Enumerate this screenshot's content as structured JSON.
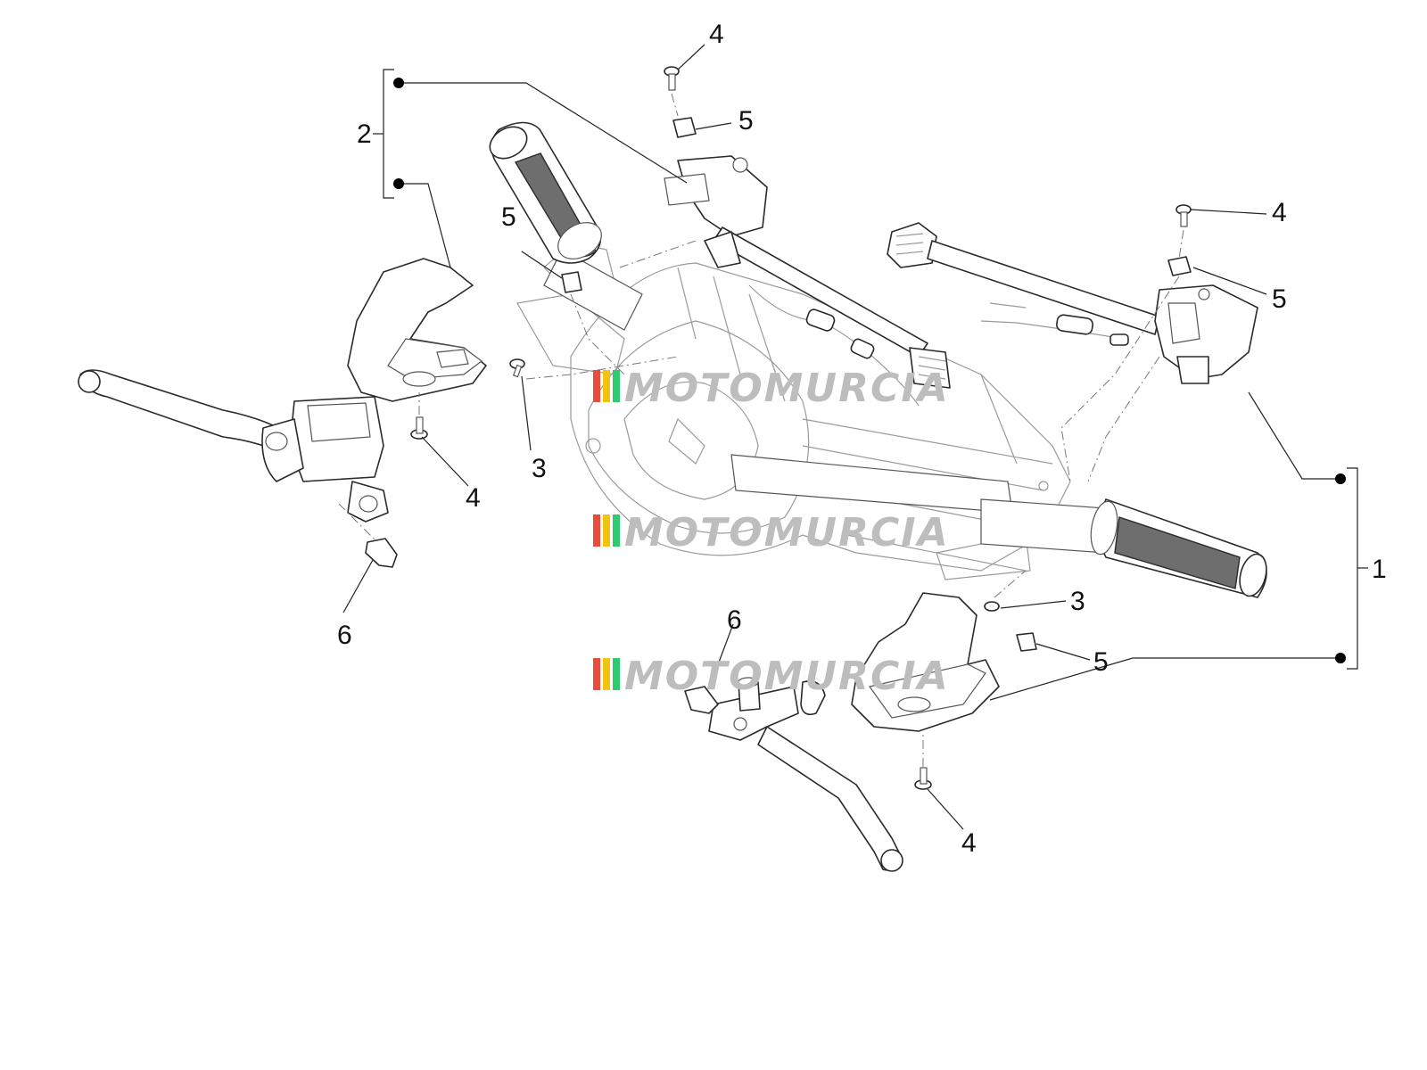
{
  "callouts": {
    "label_1": "1",
    "label_2": "2",
    "label_3_left": "3",
    "label_3_right": "3",
    "label_4_top": "4",
    "label_4_left": "4",
    "label_4_right_top": "4",
    "label_4_bottom": "4",
    "label_5_top": "5",
    "label_5_left": "5",
    "label_5_right_top": "5",
    "label_5_right_bottom": "5",
    "label_6_left": "6",
    "label_6_bottom": "6"
  },
  "watermark": {
    "text": "MOTOMURCIA",
    "colors": [
      "#e74c3c",
      "#f1c40f",
      "#2ecc71"
    ],
    "text_color": "#bdbdbd"
  }
}
